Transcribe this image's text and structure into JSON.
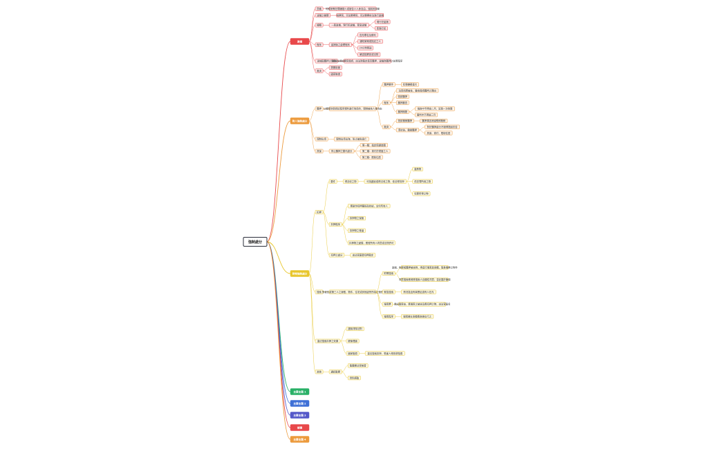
{
  "mindmap": {
    "root": "強制處分",
    "branches": [
      {
        "label": "逮捕",
        "color": "#e8484a",
        "children": [
          {
            "label": "意義",
            "children": [
              {
                "label": "短暫剝奪犯罪嫌疑人或被告人人身自由，強制其到案"
              }
            ]
          },
          {
            "label": "逮捕之機關",
            "children": [
              {
                "label": "檢察官、司法警察官、司法警察依法執行逮捕"
              }
            ]
          },
          {
            "label": "種類",
            "children": [
              {
                "label": "一般逮捕、現行犯逮捕、緊急逮捕",
                "children": [
                  {
                    "label": "現行犯逮捕"
                  },
                  {
                    "label": "準現行犯"
                  }
                ]
              }
            ]
          },
          {
            "label": "程序",
            "children": [
              {
                "label": "逮捕後之處理程序",
                "children": [
                  {
                    "label": "告知罪名及權利"
                  },
                  {
                    "label": "通知家屬或指定之人"
                  },
                  {
                    "label": "24小時移送"
                  },
                  {
                    "label": "解送檢察官或法院"
                  }
                ]
              }
            ]
          },
          {
            "label": "逮捕與羈押之關係",
            "children": [
              {
                "label": "逮捕後經檢察官聲請，由法院裁定是否羈押，逮捕為羈押之前置程序"
              }
            ]
          },
          {
            "label": "救濟",
            "children": [
              {
                "label": "提審制度"
              },
              {
                "label": "國家賠償"
              }
            ]
          }
        ]
      },
      {
        "label": "對人強制處分",
        "color": "#ec9a3c",
        "children": [
          {
            "label": "羈押",
            "children": [
              {
                "label": "以確保刑事訴訟程序順利進行為目的，限制被告人身自由",
                "children": [
                  {
                    "label": "羈押要件",
                    "children": [
                      {
                        "label": "犯罪嫌疑重大"
                      }
                    ]
                  },
                  {
                    "label": "程序",
                    "children": [
                      {
                        "label": "法官訊問被告，審查聲請羈押之理由"
                      },
                      {
                        "label": "聲請羈押"
                      },
                      {
                        "label": "羈押審查"
                      },
                      {
                        "label": "羈押期間",
                        "children": [
                          {
                            "label": "偵查中不得逾二月，延長一次為限"
                          },
                          {
                            "label": "審判中不得逾三月"
                          }
                        ]
                      }
                    ]
                  },
                  {
                    "label": "救濟",
                    "children": [
                      {
                        "label": "聲請撤銷羈押",
                        "children": [
                          {
                            "label": "羈押原因消滅應即撤銷"
                          }
                        ]
                      },
                      {
                        "label": "準抗告、撤銷羈押",
                        "children": [
                          {
                            "label": "對於羈押處分不服得提起抗告"
                          },
                          {
                            "label": "具保、責付、限制住居"
                          }
                        ]
                      }
                    ]
                  }
                ]
              }
            ]
          },
          {
            "label": "限制出境",
            "children": [
              {
                "label": "限制出境出海，防止被告逃亡"
              }
            ]
          },
          {
            "label": "具保",
            "children": [
              {
                "label": "停止羈押之替代處分",
                "children": [
                  {
                    "label": "第一類：指定保證金額"
                  },
                  {
                    "label": "第二類：責付於適當之人"
                  },
                  {
                    "label": "第三類：限制住居"
                  }
                ]
              }
            ]
          }
        ]
      },
      {
        "label": "對物強制處分",
        "color": "#e8c62c",
        "children": [
          {
            "label": "扣押",
            "children": [
              {
                "label": "要件",
                "children": [
                  {
                    "label": "得沒收之物",
                    "children": [
                      {
                        "label": "可為證據或得沒收之物，依法得扣押",
                        "children": [
                          {
                            "label": "違禁物"
                          },
                          {
                            "label": "供犯罪所用之物"
                          },
                          {
                            "label": "犯罪所得之物"
                          }
                        ]
                      }
                    ]
                  }
                ]
              },
              {
                "label": "扣押程序",
                "children": [
                  {
                    "label": "應製作扣押筆錄及收據，交付所有人"
                  },
                  {
                    "label": "扣押物之保管"
                  },
                  {
                    "label": "扣押物之發還"
                  },
                  {
                    "label": "扣押物之變價，應經所有人同意或法院許可"
                  }
                ]
              },
              {
                "label": "扣押之處分",
                "children": [
                  {
                    "label": "由法官簽發扣押裁定"
                  }
                ]
              }
            ]
          },
          {
            "label": "搜索",
            "children": [
              {
                "label": "對被告或第三人之身體、物件、住宅或其他處所所為之搜查",
                "children": [
                  {
                    "label": "附帶搜索",
                    "children": [
                      {
                        "label": "逮捕、拘提或羈押被告時，得逕行搜索其身體、隨身攜帶之物件"
                      },
                      {
                        "label": "同意搜索應經受搜索人自願性同意，並記載於筆錄"
                      }
                    ]
                  },
                  {
                    "label": "緊急搜索",
                    "children": [
                      {
                        "label": "情況急迫有事實足認有人在內"
                      }
                    ]
                  },
                  {
                    "label": "搜索票",
                    "children": [
                      {
                        "label": "應記載案由、應搜索之被告及應扣押之物，由法官簽名"
                      }
                    ]
                  },
                  {
                    "label": "搜索程序",
                    "children": [
                      {
                        "label": "搜索婦女身體應命婦女行之"
                      }
                    ]
                  }
                ]
              }
            ]
          },
          {
            "label": "違法搜索扣押之效果",
            "children": [
              {
                "label": "證據排除法則"
              },
              {
                "label": "權衡理論"
              },
              {
                "label": "國家賠償",
                "children": [
                  {
                    "label": "違法搜索扣押，受害人得請求賠償"
                  }
                ]
              }
            ]
          },
          {
            "label": "其他",
            "children": [
              {
                "label": "通訊監察",
                "children": [
                  {
                    "label": "監聽需法官核發"
                  },
                  {
                    "label": "資料調取"
                  }
                ]
              }
            ]
          }
        ]
      },
      {
        "label": "主要主題 1",
        "color": "#29b067",
        "children": []
      },
      {
        "label": "主要主題 2",
        "color": "#3f70d6",
        "children": []
      },
      {
        "label": "主要主題 3",
        "color": "#5558c9",
        "children": []
      },
      {
        "label": "補償",
        "color": "#e8484a",
        "children": []
      },
      {
        "label": "主要主題 4",
        "color": "#ec9a3c",
        "children": []
      }
    ]
  }
}
